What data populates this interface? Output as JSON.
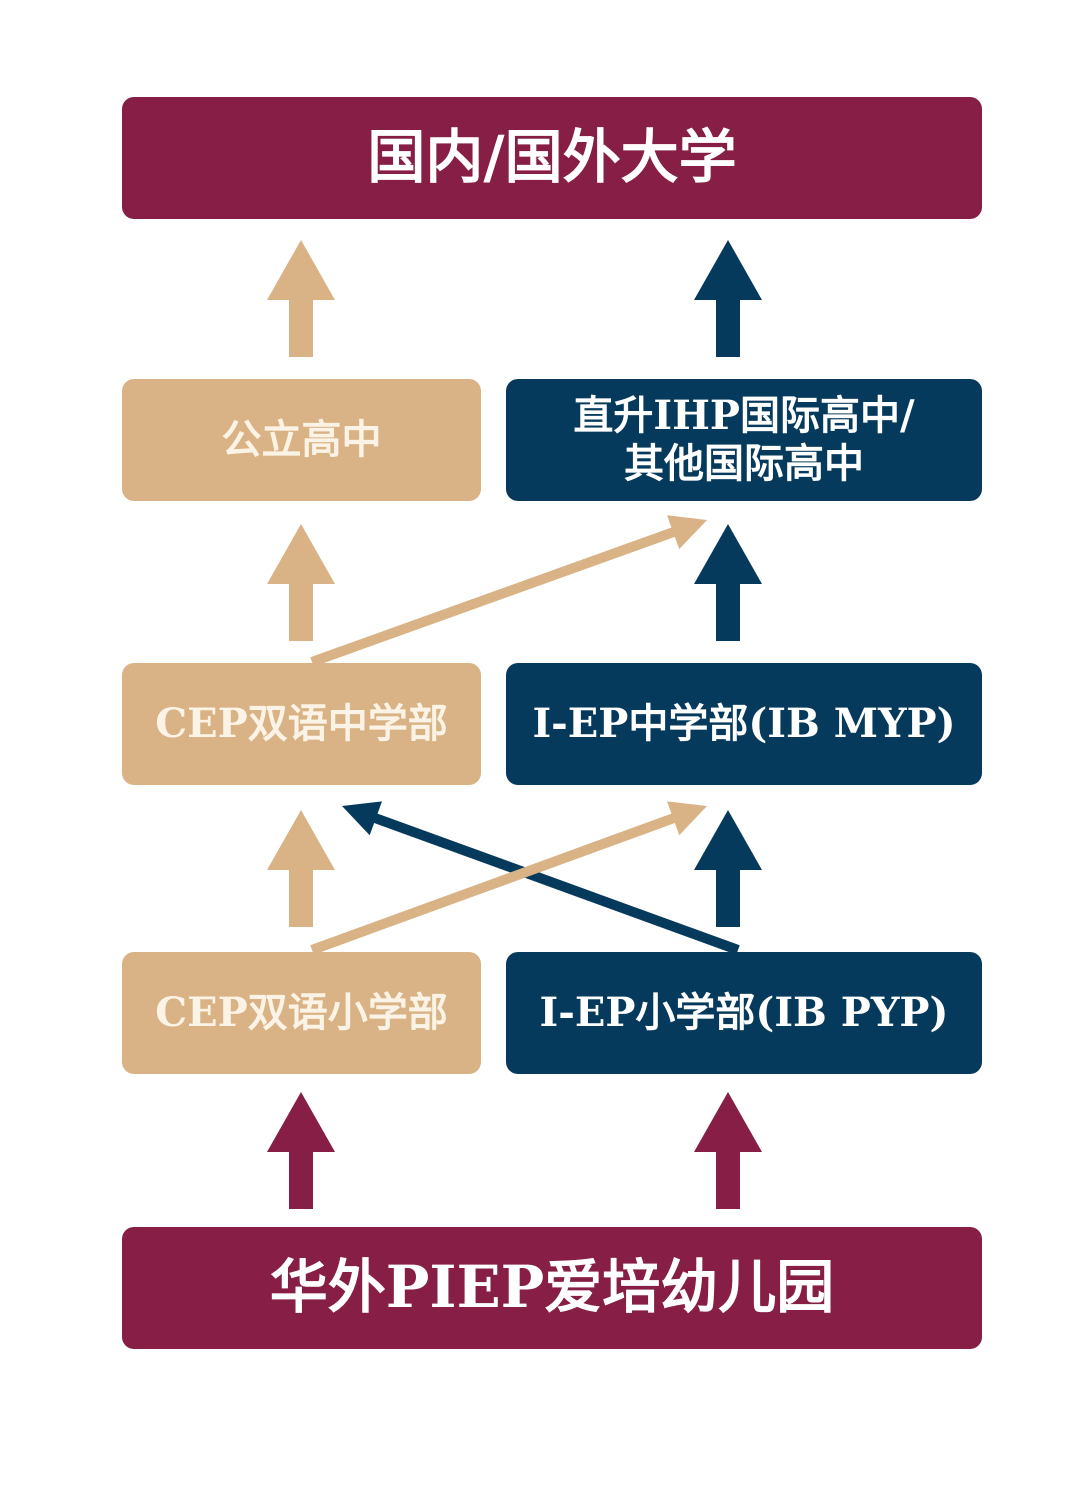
{
  "colors": {
    "maroon": "#861e45",
    "tan": "#d9b385",
    "navy": "#063a5c"
  },
  "nodes": {
    "university": "国内/国外大学",
    "public_high": "公立高中",
    "ihp_high_line1": "直升IHP国际高中/",
    "ihp_high_line2": "其他国际高中",
    "cep_middle": "CEP双语中学部",
    "iep_middle": "I-EP中学部(IB MYP)",
    "cep_primary": "CEP双语小学部",
    "iep_primary": "I-EP小学部(IB PYP)",
    "kindergarten": "华外PIEP爱培幼儿园"
  }
}
